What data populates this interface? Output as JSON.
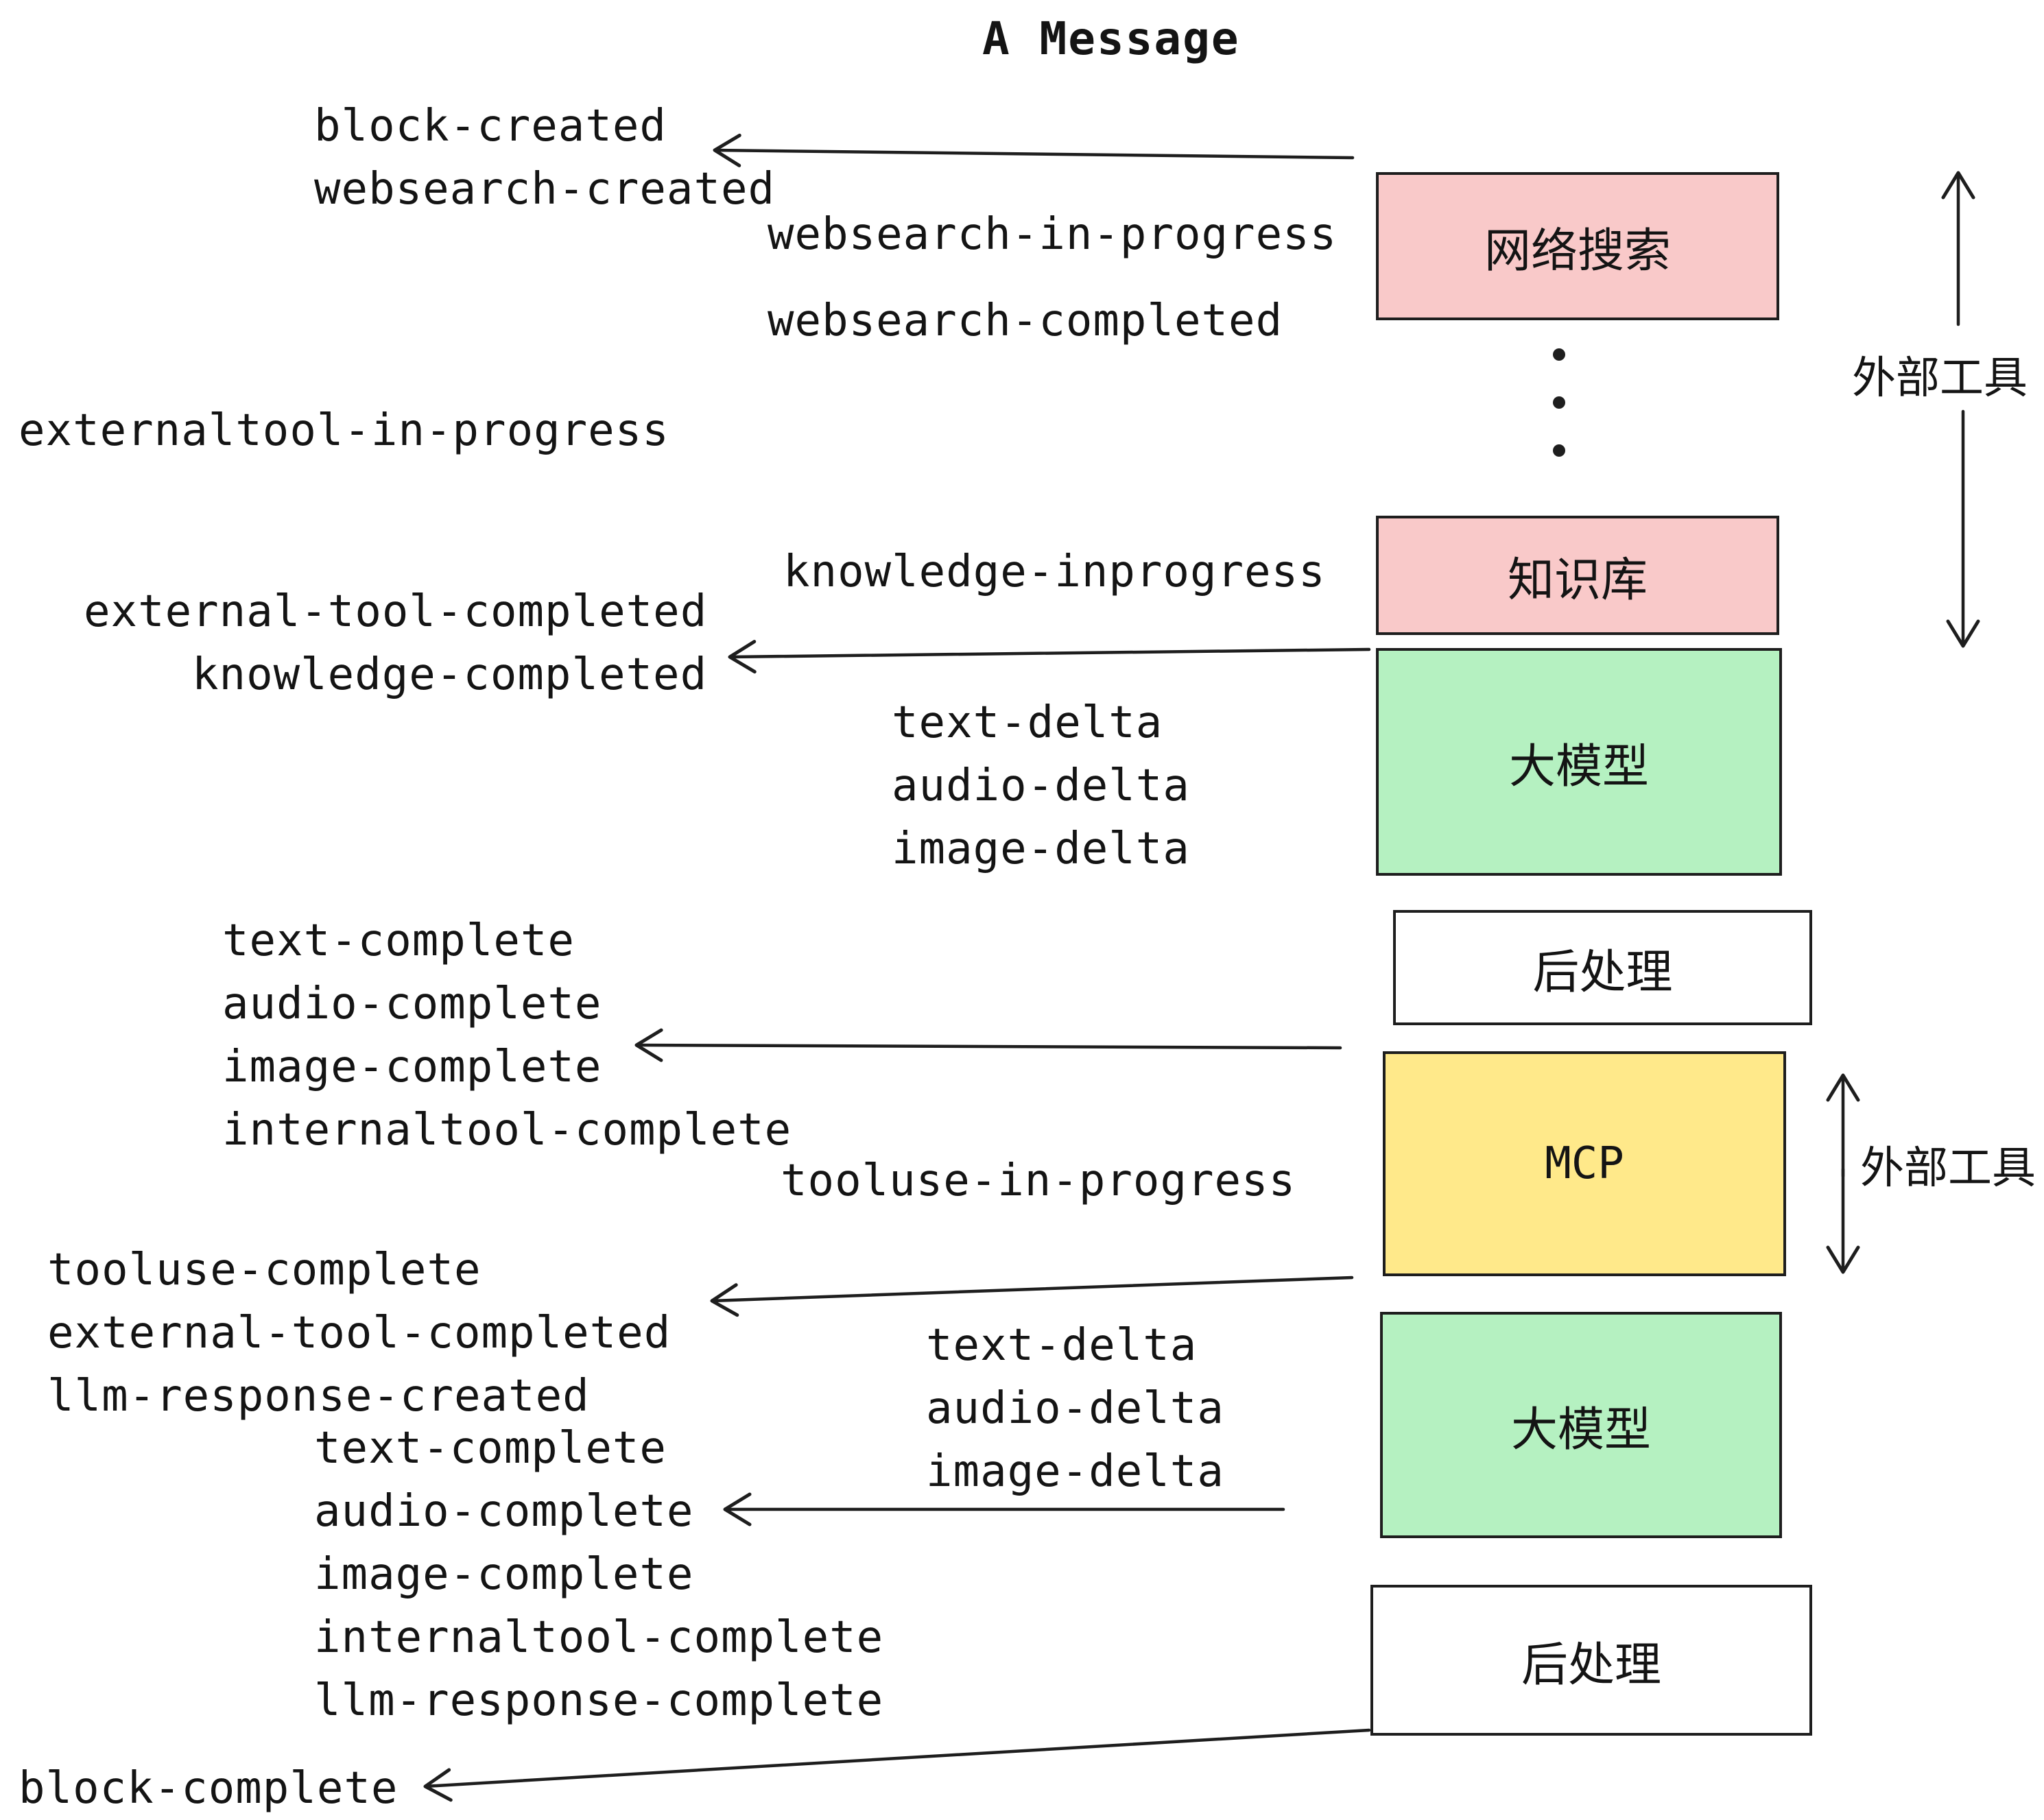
{
  "title": "A Message",
  "boxes": [
    {
      "label": "网络搜索",
      "color": "pink"
    },
    {
      "label": "知识库",
      "color": "pink"
    },
    {
      "label": "大模型",
      "color": "green"
    },
    {
      "label": "后处理",
      "color": "white"
    },
    {
      "label": "MCP",
      "color": "yellow"
    },
    {
      "label": "大模型",
      "color": "green"
    },
    {
      "label": "后处理",
      "color": "white"
    }
  ],
  "side_labels": {
    "external_tools_top": "外部工具",
    "external_tools_mid": "外部工具"
  },
  "events": {
    "block_created_group": [
      "block-created",
      "websearch-created"
    ],
    "websearch_in_progress": "websearch-in-progress",
    "websearch_completed": "websearch-completed",
    "externaltool_in_progress": "externaltool-in-progress",
    "knowledge_inprogress": "knowledge-inprogress",
    "external_tool_completed": "external-tool-completed",
    "knowledge_completed": "knowledge-completed",
    "delta_group_1": [
      "text-delta",
      "audio-delta",
      "image-delta"
    ],
    "complete_group_1": [
      "text-complete",
      "audio-complete",
      "image-complete",
      "internaltool-complete"
    ],
    "tooluse_in_progress": "tooluse-in-progress",
    "tooluse_complete_group": [
      "tooluse-complete",
      "external-tool-completed",
      "llm-response-created"
    ],
    "delta_group_2": [
      "text-delta",
      "audio-delta",
      "image-delta"
    ],
    "complete_group_2": [
      "text-complete",
      "audio-complete",
      "image-complete",
      "internaltool-complete",
      "llm-response-complete"
    ],
    "block_complete": "block-complete"
  },
  "colors": {
    "pink": "#f9c9c9",
    "green": "#b5f1c1",
    "yellow": "#ffe98a",
    "stroke": "#1e1e1e",
    "text": "#141414"
  }
}
